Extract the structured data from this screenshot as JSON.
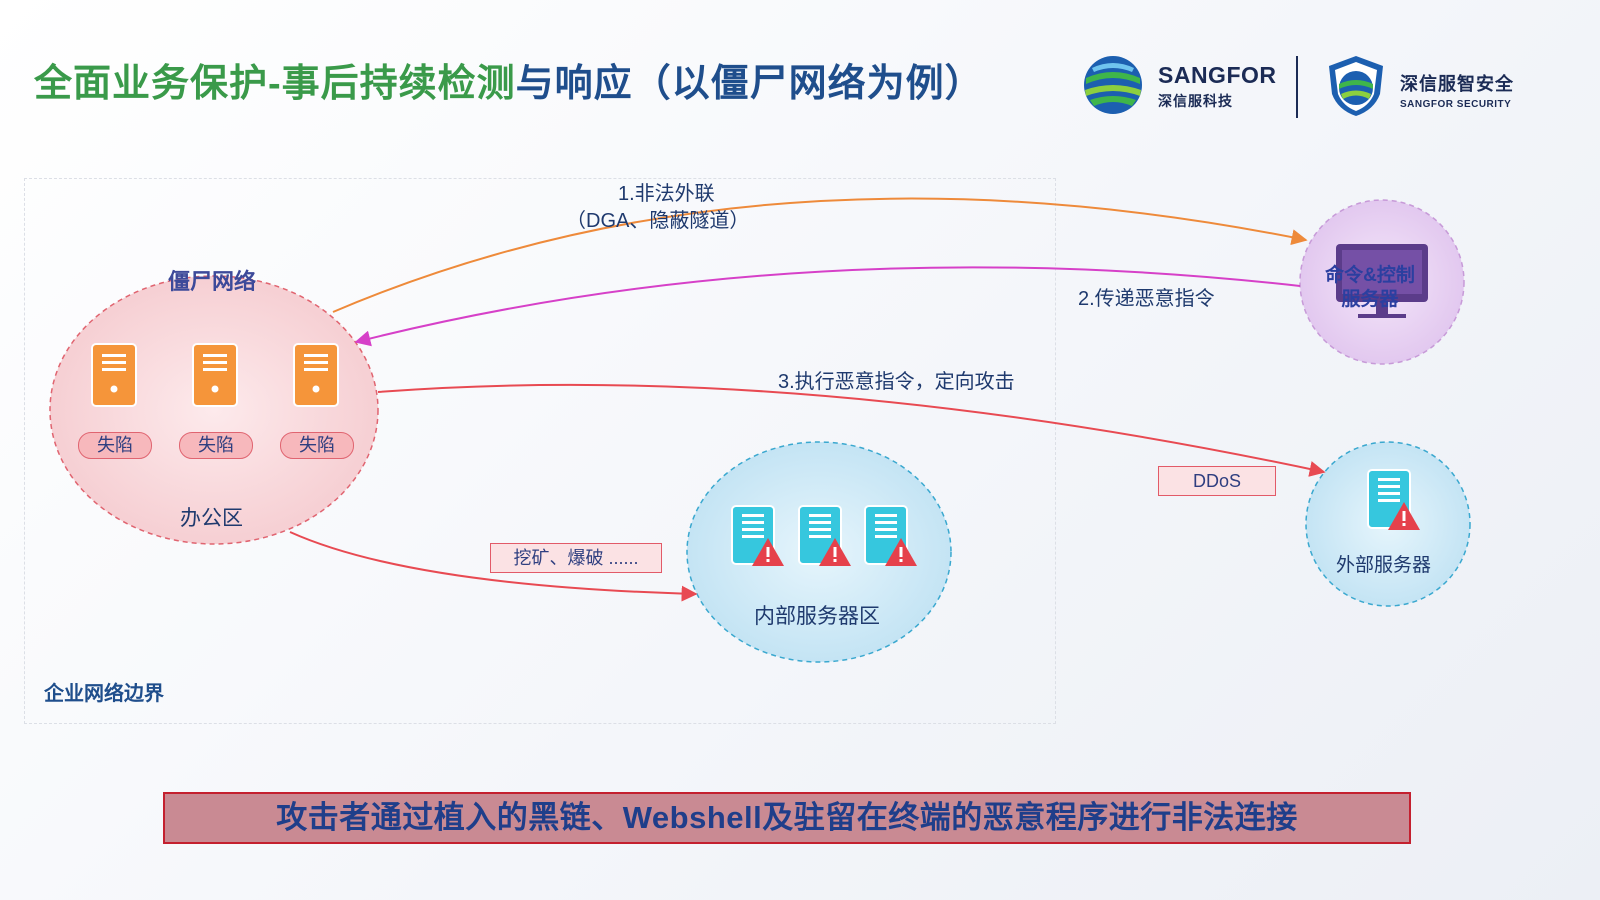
{
  "header": {
    "title_part1": "全面业务保护-事后持续检测",
    "title_part2": "与响应（以僵尸网络为例）"
  },
  "logos": {
    "brand_en": "SANGFOR",
    "brand_cn": "深信服科技",
    "security_cn": "深信服智安全",
    "security_en": "SANGFOR SECURITY"
  },
  "diagram": {
    "botnet_title": "僵尸网络",
    "office_zone": "办公区",
    "compromised_tag": "失陷",
    "cc_server_line1": "命令&控制",
    "cc_server_line2": "服务器",
    "internal_zone": "内部服务器区",
    "external_server": "外部服务器",
    "enterprise_boundary": "企业网络边界",
    "step1_line1": "1.非法外联",
    "step1_line2": "（DGA、隐蔽隧道）",
    "step2": "2.传递恶意指令",
    "step3": "3.执行恶意指令，定向攻击",
    "attack_internal": "挖矿、爆破 ......",
    "attack_external": "DDoS"
  },
  "banner": {
    "text": "攻击者通过植入的黑链、Webshell及驻留在终端的恶意程序进行非法连接"
  },
  "colors": {
    "title_green": "#3a9a4a",
    "title_blue": "#1f4e8c",
    "arrow_orange": "#ee8a3a",
    "arrow_magenta": "#d640c8",
    "arrow_red": "#e84a52",
    "office_fill": "#f9d6d9",
    "internal_fill": "#cfe9f6",
    "cc_fill": "#e8d2f2",
    "server_orange": "#f5953a",
    "server_cyan": "#36c7de",
    "warning_red": "#e5414b"
  },
  "icons": {
    "server": "server-icon",
    "warning": "warning-icon",
    "monitor": "monitor-icon",
    "globe": "globe-logo-icon",
    "shield": "shield-logo-icon"
  }
}
